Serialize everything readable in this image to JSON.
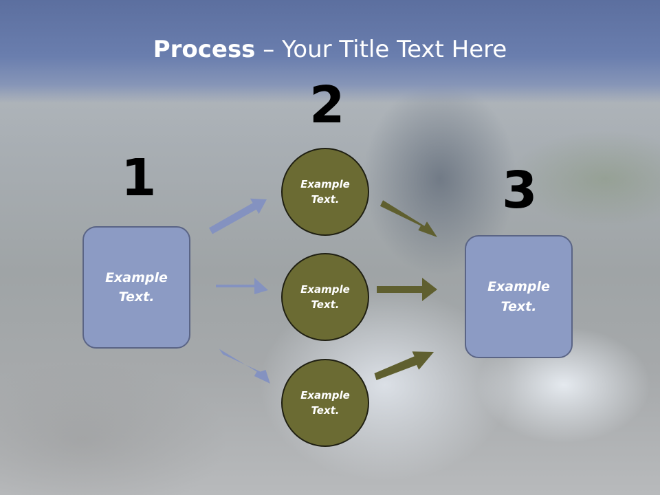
{
  "title": {
    "bold": "Process",
    "rest": " – Your Title Text Here"
  },
  "steps": {
    "one": "1",
    "two": "2",
    "three": "3"
  },
  "nodes": {
    "left_box": {
      "line1": "Example",
      "line2": "Text."
    },
    "circle_top": {
      "line1": "Example",
      "line2": "Text."
    },
    "circle_middle": {
      "line1": "Example",
      "line2": "Text."
    },
    "circle_bottom": {
      "line1": "Example",
      "line2": "Text."
    },
    "right_box": {
      "line1": "Example",
      "line2": "Text."
    }
  },
  "colors": {
    "box_fill": "#8c9bc4",
    "circle_fill": "#6b6b33",
    "blue_arrow": "#8492c0",
    "olive_arrow": "#5f5f2f",
    "title_band": "#6a7eae"
  }
}
